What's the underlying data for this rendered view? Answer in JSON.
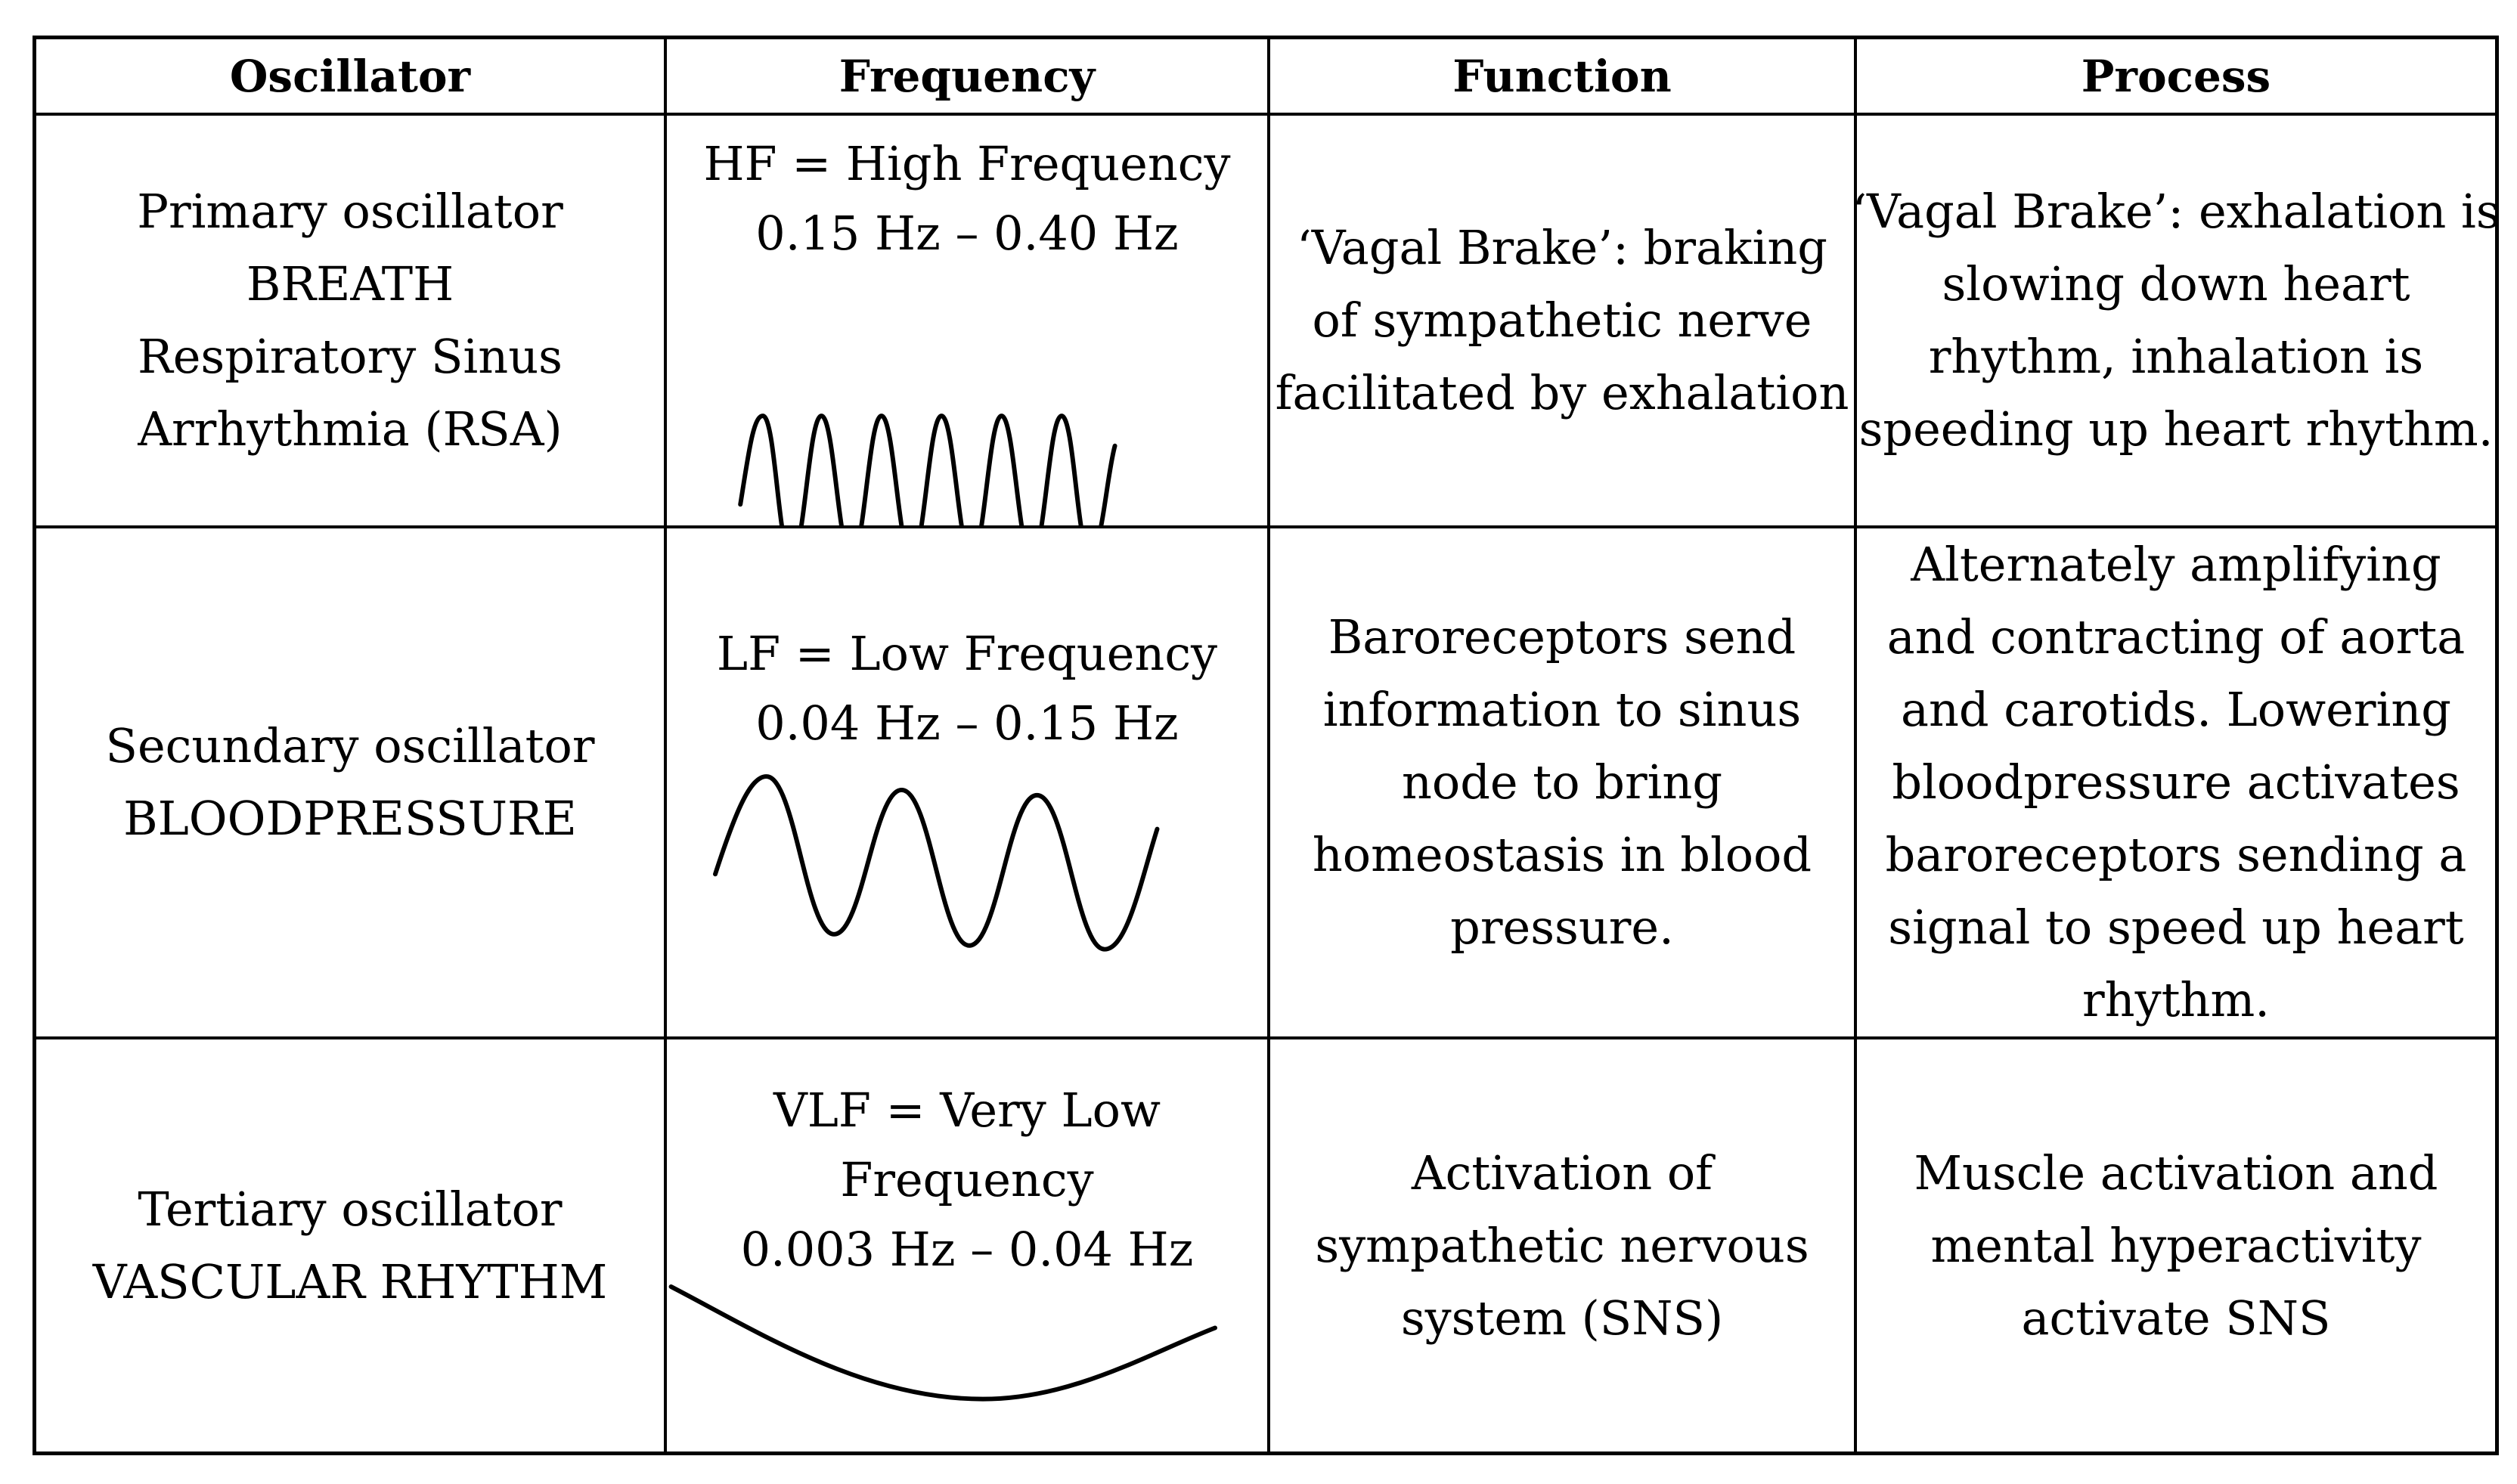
{
  "headers": {
    "oscillator": "Oscillator",
    "frequency": "Frequency",
    "function": "Function",
    "process": "Process"
  },
  "rows": [
    {
      "oscillator": [
        "Primary oscillator",
        "BREATH",
        "Respiratory Sinus",
        "Arrhythmia (RSA)"
      ],
      "frequency": [
        "HF = High Frequency",
        "0.15 Hz – 0.40 Hz"
      ],
      "function": [
        "‘Vagal Brake’: braking",
        "of sympathetic nerve",
        "facilitated by exhalation"
      ],
      "process": [
        "‘Vagal Brake’: exhalation is",
        "slowing down heart",
        "rhythm, inhalation is",
        "speeding up heart rhythm."
      ]
    },
    {
      "oscillator": [
        "Secundary oscillator",
        "BLOODPRESSURE"
      ],
      "frequency": [
        "LF = Low Frequency",
        "0.04 Hz – 0.15 Hz"
      ],
      "function": [
        "Baroreceptors send",
        "information to sinus",
        "node to bring",
        "homeostasis in blood",
        "pressure."
      ],
      "process": [
        "Alternately amplifying",
        "and contracting of aorta",
        "and carotids. Lowering",
        "bloodpressure activates",
        "baroreceptors sending a",
        "signal to speed up heart",
        "rhythm."
      ]
    },
    {
      "oscillator": [
        "Tertiary oscillator",
        "VASCULAR RHYTHM"
      ],
      "frequency": [
        "VLF = Very Low",
        "Frequency",
        "0.003 Hz – 0.04 Hz"
      ],
      "function": [
        "Activation of",
        "sympathetic nervous",
        "system (SNS)"
      ],
      "process": [
        "Muscle activation and",
        "mental hyperactivity",
        "activate SNS"
      ]
    }
  ],
  "waves": {
    "hf": "sine-wave-high-frequency-icon",
    "lf": "sine-wave-low-frequency-icon",
    "vlf": "curve-very-low-frequency-icon"
  }
}
